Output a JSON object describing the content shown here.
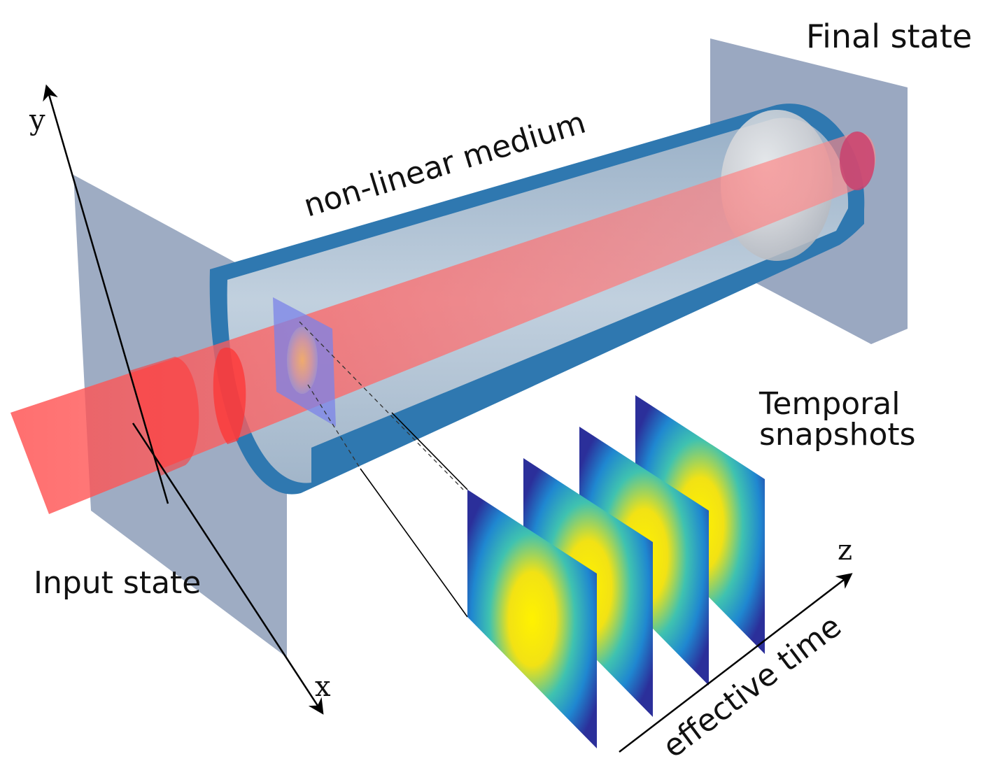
{
  "labels": {
    "final_state": "Final state",
    "nonlinear_medium": "non-linear medium",
    "temporal_line1": "Temporal",
    "temporal_line2": "snapshots",
    "input_state": "Input state",
    "effective_time": "effective time"
  },
  "axes": {
    "y": "y",
    "x": "x",
    "z": "z"
  },
  "colors": {
    "beam": "#ff4a4a",
    "cylinder_shell": "#2f7ab0",
    "cylinder_interior": "#b6c6d6",
    "screen": "#8d9db8",
    "snapshot_edge": "#2b2f9a",
    "snapshot_mid": "#1fa2c9",
    "snapshot_core": "#fff200"
  },
  "snapshots": {
    "count": 4
  }
}
